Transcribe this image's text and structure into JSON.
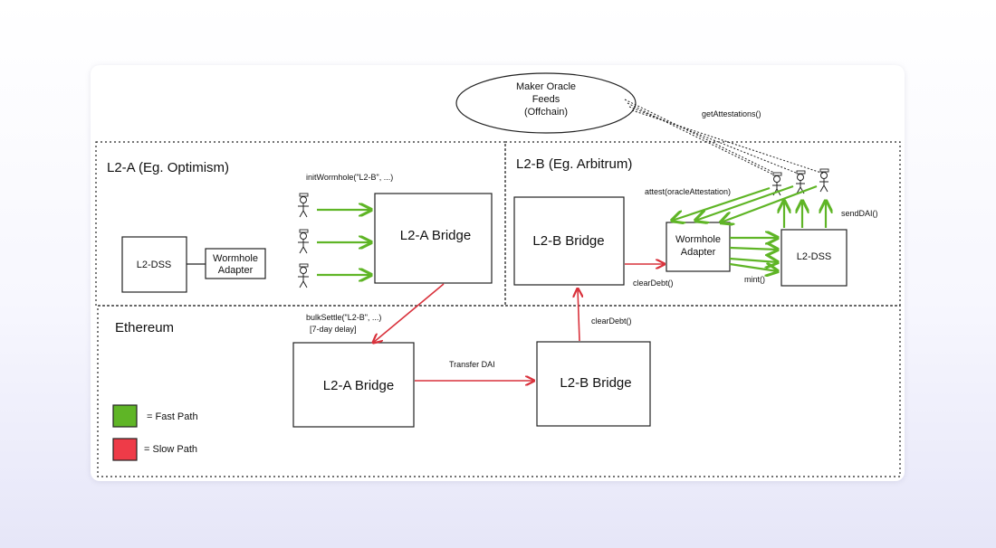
{
  "oracle": {
    "line1": "Maker Oracle",
    "line2": "Feeds",
    "line3": "(Offchain)"
  },
  "zones": {
    "l2a": "L2-A (Eg. Optimism)",
    "l2b": "L2-B (Eg. Arbitrum)",
    "ethereum": "Ethereum"
  },
  "nodes": {
    "l2a_dss": "L2-DSS",
    "wormhole_adapter_a": [
      "Wormhole",
      "Adapter"
    ],
    "l2a_bridge": "L2-A Bridge",
    "l2b_bridge": "L2-B Bridge",
    "wormhole_adapter_b": [
      "Wormhole",
      "Adapter"
    ],
    "l2b_dss": "L2-DSS",
    "eth_l2a_bridge": "L2-A Bridge",
    "eth_l2b_bridge": "L2-B Bridge"
  },
  "labels": {
    "init_wormhole": "initWormhole(\"L2-B\", ...)",
    "get_attestations": "getAttestations()",
    "attest": "attest(oracleAttestation)",
    "send_dai": "sendDAI()",
    "mint": "mint()",
    "clear_debt_l2": "clearDebt()",
    "clear_debt_eth": "clearDebt()",
    "bulk_settle_1": "bulkSettle(\"L2-B\", ...)",
    "bulk_settle_2": "[7-day delay]",
    "transfer_dai": "Transfer DAI"
  },
  "legend": {
    "fast": {
      "label": "= Fast Path",
      "color": "#5fb526"
    },
    "slow": {
      "label": "= Slow Path",
      "color": "#ee3b48"
    }
  }
}
